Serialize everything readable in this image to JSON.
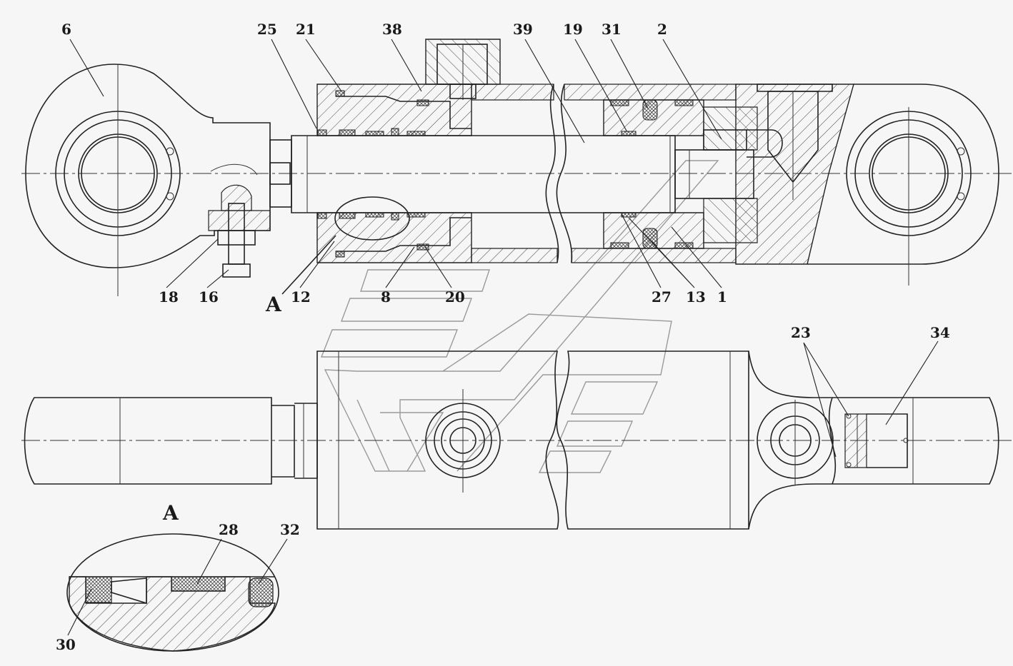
{
  "drawing": {
    "callouts": {
      "c6": "6",
      "c25": "25",
      "c21": "21",
      "c38": "38",
      "c39": "39",
      "c19": "19",
      "c31": "31",
      "c2": "2",
      "c18": "18",
      "c16": "16",
      "c12": "12",
      "c8": "8",
      "c20": "20",
      "c27": "27",
      "c13": "13",
      "c1": "1",
      "c23": "23",
      "c34": "34",
      "c28": "28",
      "c32": "32",
      "c30": "30"
    },
    "detail_marker": "A",
    "detail_title": "A"
  }
}
